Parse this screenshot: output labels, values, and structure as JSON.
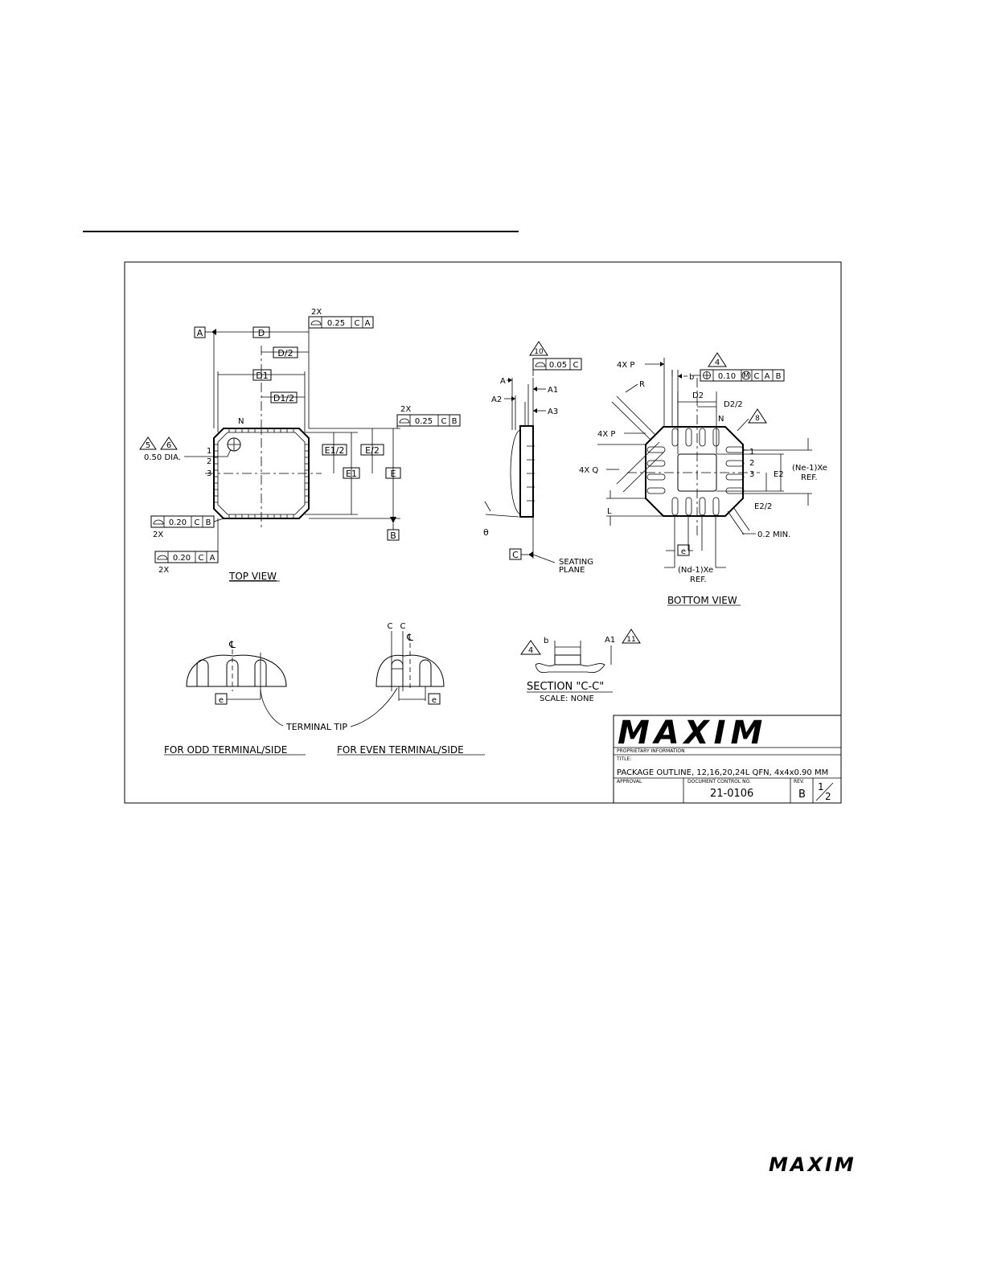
{
  "top_view": {
    "title": "TOP VIEW",
    "datum_a": "A",
    "datum_b": "B",
    "dim_d": "D",
    "dim_d_half": "D/2",
    "dim_d1": "D1",
    "dim_d1_half": "D1/2",
    "dim_e": "E",
    "dim_e_half": "E/2",
    "dim_e1": "E1",
    "dim_e1_half": "E1/2",
    "pin_n": "N",
    "pin_1": "1",
    "pin_2": "2",
    "pin_3": "3",
    "note_5": "5",
    "note_6": "6",
    "dia_label": "0.50 DIA.",
    "tol_top_mult": "2X",
    "tol_top": [
      "0.25",
      "C",
      "A"
    ],
    "tol_right_mult": "2X",
    "tol_right": [
      "0.25",
      "C",
      "B"
    ],
    "tol_bl1": [
      "0.20",
      "C",
      "B"
    ],
    "tol_bl1_mult": "2X",
    "tol_bl2": [
      "0.20",
      "C",
      "A"
    ],
    "tol_bl2_mult": "2X"
  },
  "side_view": {
    "note_10": "10",
    "tol": [
      "0.05",
      "C"
    ],
    "dim_a": "A",
    "dim_a1": "A1",
    "dim_a2": "A2",
    "dim_a3": "A3",
    "theta": "θ",
    "datum_c": "C",
    "seating_1": "SEATING",
    "seating_2": "PLANE"
  },
  "bottom_view": {
    "title": "BOTTOM VIEW",
    "p_top": "4X P",
    "p_left": "4X P",
    "q_left": "4X Q",
    "r": "R",
    "b": "b",
    "note_4": "4",
    "pos_tol": [
      "0.10",
      "M",
      "C",
      "A",
      "B"
    ],
    "d2": "D2",
    "d2_half": "D2/2",
    "pin_n": "N",
    "note_8": "8",
    "pin_1": "1",
    "pin_2": "2",
    "pin_3": "3",
    "e2": "E2",
    "e2_half": "E2/2",
    "ne_ref_1": "(Ne-1)Xe",
    "ne_ref_2": "REF.",
    "l": "L",
    "e_box": "e",
    "min_label": "0.2 MIN.",
    "nd_ref_1": "(Nd-1)Xe",
    "nd_ref_2": "REF."
  },
  "terminal_details": {
    "centerline": "℄",
    "c_left": "C",
    "c_right": "C",
    "e_box": "e",
    "terminal_tip": "TERMINAL TIP",
    "odd_title": "FOR ODD TERMINAL/SIDE",
    "even_title": "FOR EVEN TERMINAL/SIDE"
  },
  "section_cc": {
    "note_4": "4",
    "b": "b",
    "a1": "A1",
    "note_11": "11",
    "title": "SECTION \"C-C\"",
    "scale": "SCALE: NONE"
  },
  "title_block": {
    "logo": "MAXIM",
    "proprietary": "PROPRIETARY INFORMATION",
    "title_label": "TITLE:",
    "title": "PACKAGE OUTLINE, 12,16,20,24L QFN, 4x4x0.90 MM",
    "approval_label": "APPROVAL",
    "doc_control_label": "DOCUMENT CONTROL NO.",
    "doc_no": "21-0106",
    "rev_label": "REV.",
    "rev": "B",
    "sheet_num": "1",
    "sheet_den": "2"
  },
  "footer": {
    "logo": "MAXIM"
  }
}
